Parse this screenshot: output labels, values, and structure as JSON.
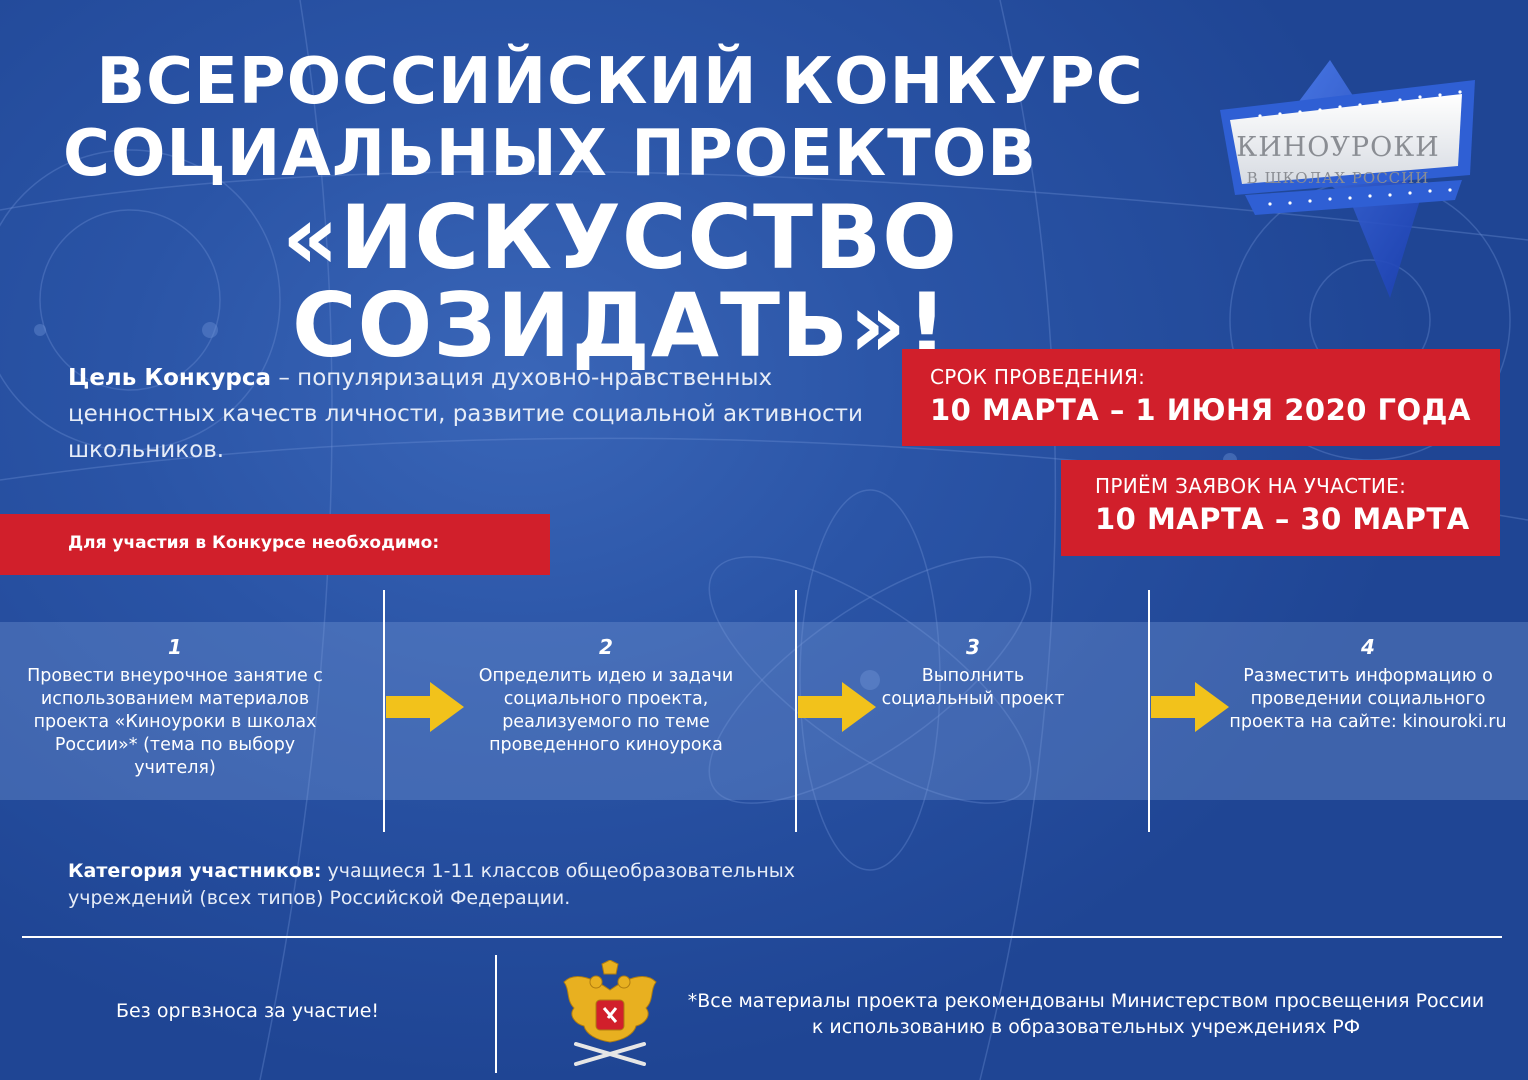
{
  "title": {
    "line1": "ВСЕРОССИЙСКИЙ КОНКУРС",
    "line2": "СОЦИАЛЬНЫХ ПРОЕКТОВ",
    "line3": "«ИСКУССТВО СОЗИДАТЬ»!"
  },
  "logo": {
    "line1": "КИНОУРОКИ",
    "line2": "В ШКОЛАХ РОССИИ"
  },
  "goal": {
    "label": "Цель Конкурса",
    "text": " – популяризация духовно-нравственных ценностных качеств личности, развитие социальной активности школьников."
  },
  "period": {
    "label": "СРОК ПРОВЕДЕНИЯ:",
    "value": "10 МАРТА – 1 ИЮНЯ 2020 ГОДА"
  },
  "applications": {
    "label": "ПРИЁМ ЗАЯВОК НА УЧАСТИЕ:",
    "value": "10 МАРТА – 30 МАРТА"
  },
  "requirements_heading": "Для участия в Конкурсе необходимо:",
  "steps": [
    {
      "num": "1",
      "text": "Провести внеурочное занятие с использованием материалов проекта «Киноуроки в школах России»* (тема по выбору учителя)"
    },
    {
      "num": "2",
      "text": "Определить идею и задачи социального проекта, реализуемого по теме проведенного киноурока"
    },
    {
      "num": "3",
      "text": "Выполнить социальный проект"
    },
    {
      "num": "4",
      "text": "Разместить информацию о проведении социального проекта на сайте: kinouroki.ru"
    }
  ],
  "category": {
    "label": "Категория участников:",
    "text": " учащиеся 1-11 классов общеобразовательных учреждений (всех типов) Российской Федерации."
  },
  "footer": {
    "free": "Без оргвзноса за участие!",
    "note": "*Все материалы проекта рекомендованы Министерством просвещения России к использованию в образовательных учреждениях РФ"
  },
  "colors": {
    "background": "#2a54a6",
    "accent_red": "#d11f2b",
    "arrow_yellow": "#f2c21b"
  }
}
